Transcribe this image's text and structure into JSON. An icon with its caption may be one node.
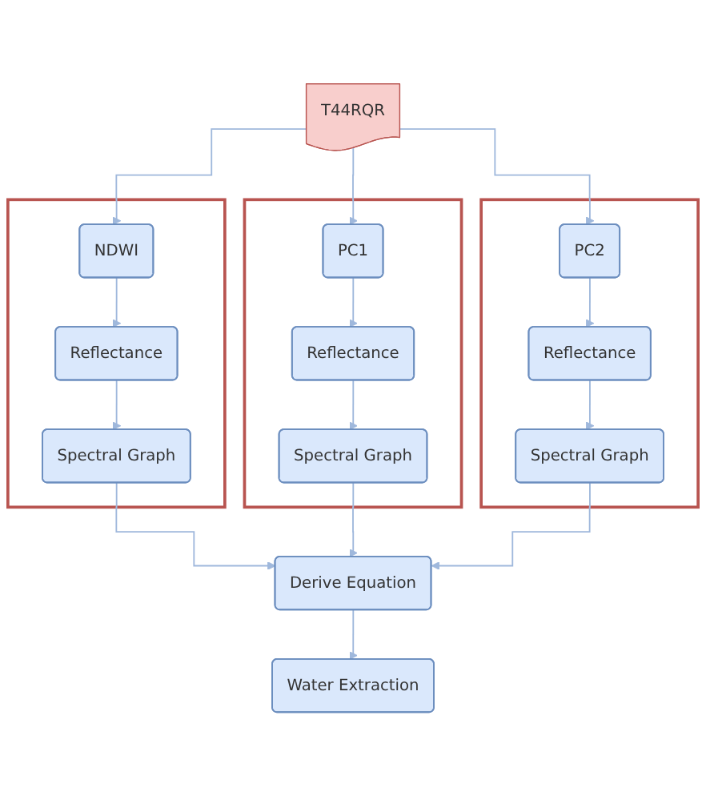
{
  "diagram": {
    "nodes": [
      {
        "text": [
          "T44RQR"
        ]
      },
      {
        "text": [],
        "shape": "box"
      },
      {
        "text": [
          "NDWI"
        ],
        "in": 1
      },
      {
        "text": [
          "Reflectance"
        ],
        "in": 1
      },
      {
        "text": [
          "Spectral Graph"
        ],
        "in": 1
      },
      {
        "text": [],
        "shape": "box"
      },
      {
        "text": [
          "PC1"
        ],
        "in": 5
      },
      {
        "text": [
          "Reflectance"
        ],
        "in": 5
      },
      {
        "text": [
          "Spectral Graph"
        ],
        "in": 5
      },
      {
        "text": [],
        "shape": "box"
      },
      {
        "text": [
          "PC2"
        ],
        "in": 9
      },
      {
        "text": [
          "Reflectance"
        ],
        "in": 9
      },
      {
        "text": [
          "Spectral Graph"
        ],
        "in": 9
      },
      {
        "text": [
          "Derive Equation"
        ]
      },
      {
        "text": [
          "Water Extraction"
        ]
      }
    ],
    "edges": [
      {
        "from": 0,
        "to": 2,
        "arrow": "to"
      },
      {
        "from": 0,
        "to": 6,
        "arrow": "to"
      },
      {
        "from": 0,
        "to": 10,
        "arrow": "to"
      },
      {
        "from": 2,
        "to": 3,
        "arrow": "to"
      },
      {
        "from": 3,
        "to": 4,
        "arrow": "to"
      },
      {
        "from": 6,
        "to": 7,
        "arrow": "to"
      },
      {
        "from": 7,
        "to": 8,
        "arrow": "to"
      },
      {
        "from": 10,
        "to": 11,
        "arrow": "to"
      },
      {
        "from": 11,
        "to": 12,
        "arrow": "to"
      },
      {
        "from": 4,
        "to": 13,
        "arrow": "to"
      },
      {
        "from": 8,
        "to": 13,
        "arrow": "to"
      },
      {
        "from": 12,
        "to": 13,
        "arrow": "to"
      },
      {
        "from": 13,
        "to": 14,
        "arrow": "to"
      }
    ]
  }
}
